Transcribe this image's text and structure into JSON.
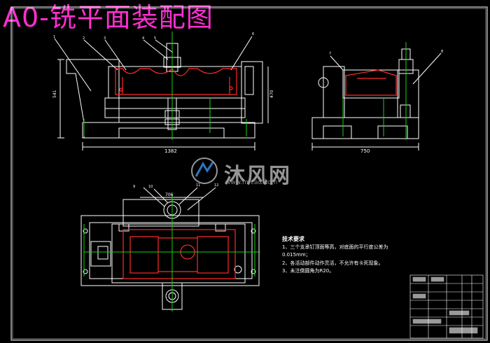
{
  "title": "A0-铣平面装配图",
  "watermark": {
    "brand": "沐风网",
    "url": "www.mfcad.com"
  },
  "front_view": {
    "dim_width": "1382",
    "dim_height": "541",
    "dim_height_inner": "470",
    "balloons": [
      "1",
      "2",
      "3",
      "4",
      "5",
      "6"
    ]
  },
  "side_view": {
    "dim_width": "750",
    "balloons": [
      "7",
      "8"
    ]
  },
  "top_view": {
    "dim_width": "706",
    "balloons": [
      "9",
      "10",
      "11",
      "12"
    ]
  },
  "tech_notes": {
    "heading": "技术要求",
    "items": [
      "1、三个支承钉顶面等高，对底面的平行度公差为",
      "0.015mm；",
      "2、各活动部件动作灵活，不允许有卡死现象。",
      "3、未注倒圆角为R20。"
    ]
  },
  "colors": {
    "title": "#ff2fd2",
    "line": "#ffffff",
    "part": "#ff2a2a",
    "center": "#19d019",
    "watermark": "#b0b0b0"
  }
}
